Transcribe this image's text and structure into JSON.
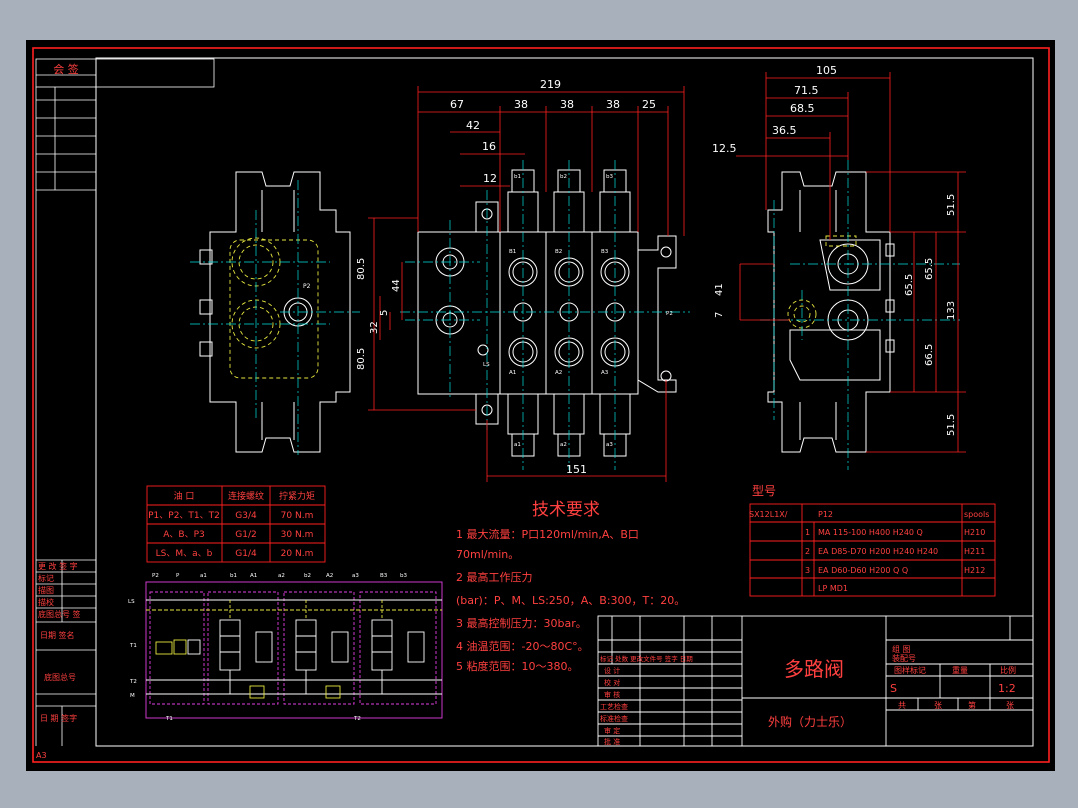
{
  "colors": {
    "background": "#a8b0bc",
    "canvas": "#000000",
    "frame_red": "#ff2020",
    "line_white": "#ffffff",
    "centerline_cyan": "#00e0e0",
    "hidden_yellow": "#e8e840",
    "schematic_magenta": "#e040e0",
    "text_red": "#ff4040"
  },
  "top_left_box": {
    "label": "会 签"
  },
  "left_strip_bottom": {
    "rows": [
      "更 改 签 字",
      "标记",
      "描图",
      "描校",
      "底图总号 签",
      "日期  签名",
      "底图总号",
      "日 期  签字"
    ],
    "paper_size": "A3"
  },
  "dimensions": {
    "front_top": {
      "overall": "219",
      "d1": "67",
      "d2": "38",
      "d3": "38",
      "d4": "38",
      "d5": "25",
      "d42": "42",
      "d16": "16",
      "d12": "12"
    },
    "front_left": {
      "upper": "80.5",
      "lower": "80.5",
      "d44": "44",
      "d5": "5",
      "d32": "32"
    },
    "front_bottom": {
      "overall": "151"
    },
    "side_top": {
      "d105": "105",
      "d71_5": "71.5",
      "d68_5": "68.5",
      "d36_5": "36.5",
      "d12_5": "12.5"
    },
    "side_right": {
      "top": "51.5",
      "d65_5a": "65.5",
      "d65_5b": "65.5",
      "d133": "133",
      "d66_5": "66.5",
      "bottom": "51.5"
    },
    "side_left": {
      "d41": "41",
      "d7": "7"
    }
  },
  "port_labels": {
    "front": [
      "B1",
      "B2",
      "B3",
      "A1",
      "A2",
      "A3",
      "b1",
      "b2",
      "b3",
      "a1",
      "a2",
      "a3",
      "LS",
      "P2"
    ],
    "side": "P2"
  },
  "port_table": {
    "headers": [
      "油 口",
      "连接螺纹",
      "拧紧力矩"
    ],
    "rows": [
      [
        "P1、P2、T1、T2",
        "G3/4",
        "70 N.m"
      ],
      [
        "A、B、P3",
        "G1/2",
        "30 N.m"
      ],
      [
        "LS、M、a、b",
        "G1/4",
        "20 N.m"
      ]
    ]
  },
  "tech_req": {
    "title": "技术要求",
    "lines": [
      "1 最大流量：P口120ml/min,A、B口",
      "70ml/min。",
      "2 最高工作压力",
      "(bar)：P、M、LS:250，A、B:300，T：20。",
      "3 最高控制压力：30bar。",
      "4 油温范围：-20～80C°。",
      "5 粘度范围：10～380。"
    ]
  },
  "model_table": {
    "title": "型号",
    "header": [
      "SX12L1X/",
      "P12",
      "spools"
    ],
    "rows": [
      [
        "1",
        "MA 115-100 H400 H240 Q",
        "H210"
      ],
      [
        "2",
        "EA D85-D70 H200 H240 H240",
        "H211"
      ],
      [
        "3",
        "EA D60-D60 H200 Q Q",
        "H212"
      ],
      [
        "",
        "LP MD1",
        ""
      ]
    ]
  },
  "title_block": {
    "name": "多路阀",
    "subtitle": "外购（力士乐）",
    "left_labels": [
      "标记 处数 更改文件号 签字 日期",
      "设 计",
      "校 对",
      "审 核",
      "工艺检查",
      "标准检查",
      "审 定",
      "批 准"
    ],
    "right_top": [
      "组 图",
      "装配号"
    ],
    "stage_labels": [
      "图样标记",
      "重量",
      "比例"
    ],
    "stage_value": "S",
    "scale": "1:2",
    "sheet": [
      "共",
      "张",
      "第",
      "张"
    ]
  },
  "schematic_labels": {
    "top": [
      "P2",
      "P",
      "a1",
      "b1",
      "A1",
      "a2",
      "b2",
      "A2",
      "a3",
      "B3",
      "b3"
    ],
    "left": [
      "LS",
      "T1",
      "T2",
      "M"
    ],
    "bottom": [
      "T1",
      "T2"
    ]
  }
}
